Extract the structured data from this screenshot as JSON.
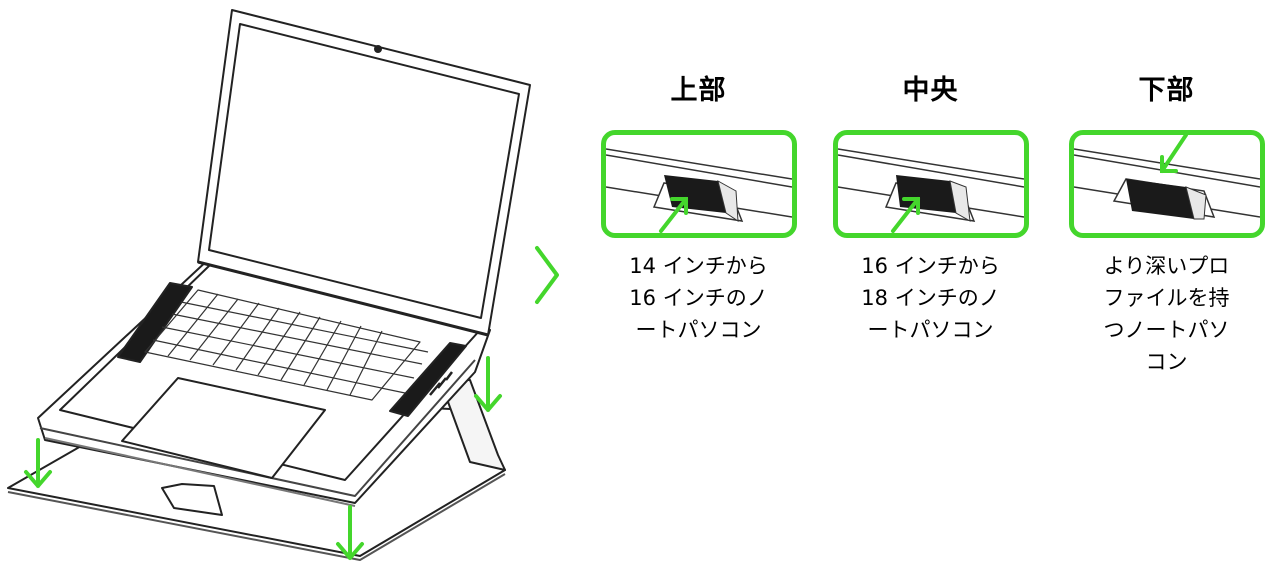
{
  "accent_color": "#44d62c",
  "settings": [
    {
      "title": "上部",
      "description": "14 インチから\n16 インチのノ\nートパソコン",
      "tab_slot": "top"
    },
    {
      "title": "中央",
      "description": "16 インチから\n18 インチのノ\nートパソコン",
      "tab_slot": "middle"
    },
    {
      "title": "下部",
      "description": "より深いプロ\nファイルを持\nつノートパソ\nコン",
      "tab_slot": "bottom"
    }
  ]
}
